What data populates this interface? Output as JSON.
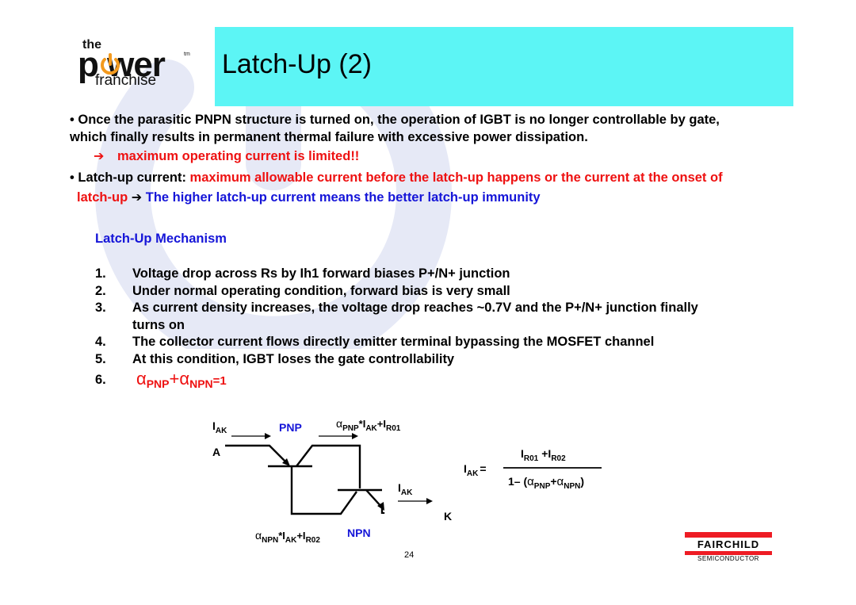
{
  "logo": {
    "the": "the",
    "power": "p wer",
    "tm": "tm",
    "franchise": "franchise"
  },
  "title": "Latch-Up (2)",
  "bullets": {
    "b1_line1": "• Once the parasitic PNPN structure is turned on, the operation of IGBT is no longer controllable by gate,",
    "b1_line2": "which finally results in permanent thermal failure with excessive power dissipation.",
    "arrow_glyph": "➔",
    "b1_conclusion": "maximum operating current is limited!!",
    "b2_prefix": "• Latch-up current:",
    "b2_red_line1": "maximum allowable current before the latch-up happens or the current at the onset of",
    "b2_red_line2": "latch-up",
    "b2_blue": "The higher latch-up current means the better latch-up immunity"
  },
  "mechanism": {
    "heading": "Latch-Up Mechanism",
    "items": [
      {
        "num": "1.",
        "text": "Voltage drop across Rs by Ih1 forward biases P+/N+ junction"
      },
      {
        "num": "2.",
        "text": "Under normal operating condition, forward bias is very small"
      },
      {
        "num": "3.",
        "text": "As current density increases, the voltage drop reaches ~0.7V and the P+/N+ junction finally"
      },
      {
        "num": "",
        "text": "turns on"
      },
      {
        "num": "4.",
        "text": "The collector current flows directly emitter terminal bypassing the MOSFET channel"
      },
      {
        "num": "5.",
        "text": "At this condition, IGBT loses the gate controllability"
      }
    ],
    "item6": {
      "num": "6.",
      "alpha": "α",
      "pnp": "PNP",
      "plus": "+",
      "npn": "NPN",
      "eq": "=1"
    }
  },
  "circuit": {
    "iak_left": "I",
    "iak_left_sub": "AK",
    "pnp_label": "PNP",
    "npn_label": "NPN",
    "node_a": "A",
    "node_k": "K",
    "top_current": "α",
    "top_current_sub1": "PNP",
    "top_current_mid": "*I",
    "top_current_sub2": "AK",
    "top_current_plus": "+I",
    "top_current_sub3": "R01",
    "iak_right": "I",
    "iak_right_sub": "AK",
    "bottom_current": "α",
    "bottom_current_sub1": "NPN",
    "bottom_current_mid": "*I",
    "bottom_current_sub2": "AK",
    "bottom_current_plus": "+I",
    "bottom_current_sub3": "R02"
  },
  "equation": {
    "lhs": "I",
    "lhs_sub": "AK",
    "equals": "=",
    "num_i1": "I",
    "num_sub1": "R01",
    "num_plus": "+I",
    "num_sub2": "R02",
    "den_prefix": "1– (",
    "den_alpha1": "α",
    "den_sub1": "PNP",
    "den_plus": "+",
    "den_alpha2": "α",
    "den_sub2": "NPN",
    "den_suffix": ")"
  },
  "page_number": "24",
  "fairchild": {
    "name": "FAIRCHILD",
    "sub": "SEMICONDUCTOR"
  },
  "colors": {
    "header_bar": "#5cf5f5",
    "red": "#ee1111",
    "blue": "#1515d8",
    "watermark": "#e6e9f6",
    "logo_orange": "#f39a1e"
  }
}
